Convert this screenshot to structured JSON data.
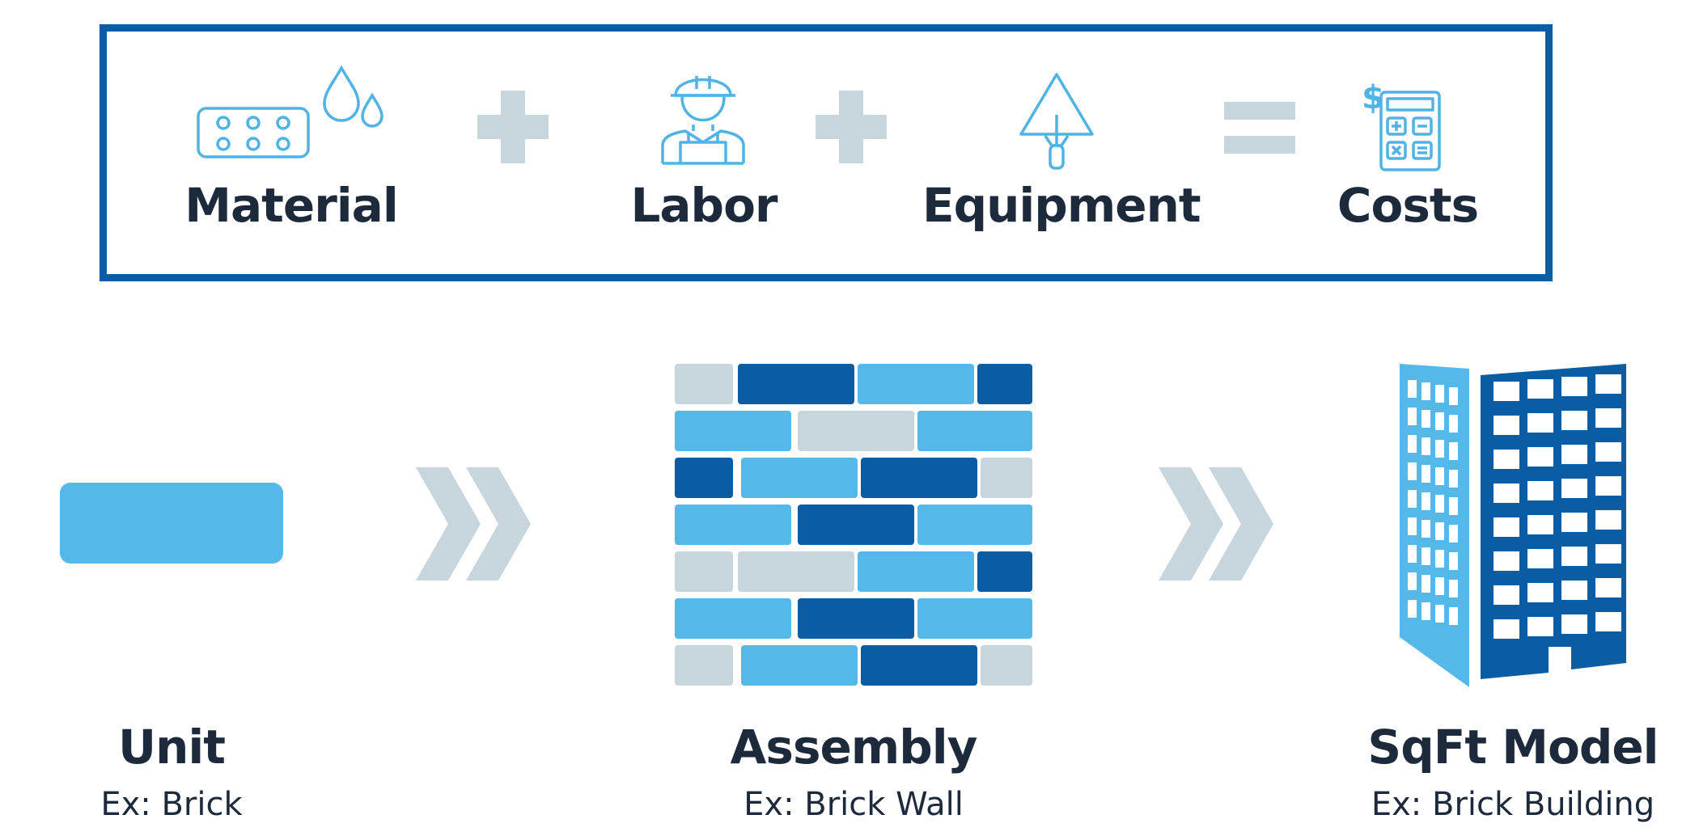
{
  "formula": {
    "items": [
      {
        "label": "Material",
        "icon": "material-icon"
      },
      {
        "label": "Labor",
        "icon": "worker-icon"
      },
      {
        "label": "Equipment",
        "icon": "trowel-icon"
      },
      {
        "label": "Costs",
        "icon": "calculator-icon"
      }
    ],
    "operators": [
      "plus",
      "plus",
      "equals"
    ],
    "cost_symbol": "$"
  },
  "tiers": [
    {
      "title": "Unit",
      "example": "Ex: Brick",
      "icon": "brick-icon"
    },
    {
      "title": "Assembly",
      "example": "Ex: Brick Wall",
      "icon": "brick-wall-icon"
    },
    {
      "title": "SqFt Model",
      "example": "Ex: Brick Building",
      "icon": "building-icon"
    }
  ],
  "colors": {
    "frame": "#0a5da2",
    "dark_blue": "#0a5da2",
    "light_blue": "#56b8e8",
    "gray": "#c6d6dc",
    "text": "#1d2a3b",
    "icon_line": "#4fb3e6"
  }
}
